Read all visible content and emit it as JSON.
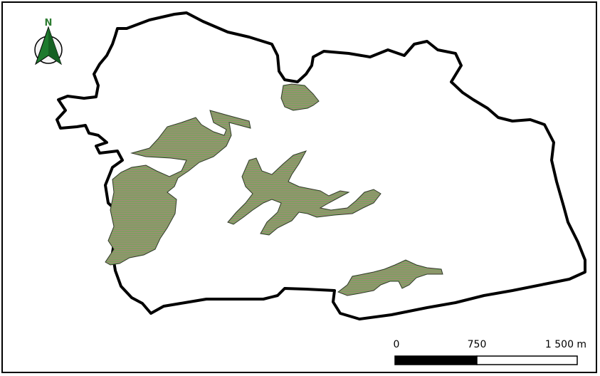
{
  "map": {
    "north_arrow": {
      "label": "N",
      "icon": "north-arrow-icon"
    },
    "scale_bar": {
      "ticks": [
        "0",
        "750",
        "1 500 m"
      ],
      "units": "m"
    },
    "colors": {
      "boundary": "#000000",
      "forest_fill": "#7a9a5e",
      "forest_stroke": "#2f3a28",
      "background": "#ffffff",
      "north_arrow": "#1e7b2e"
    }
  }
}
